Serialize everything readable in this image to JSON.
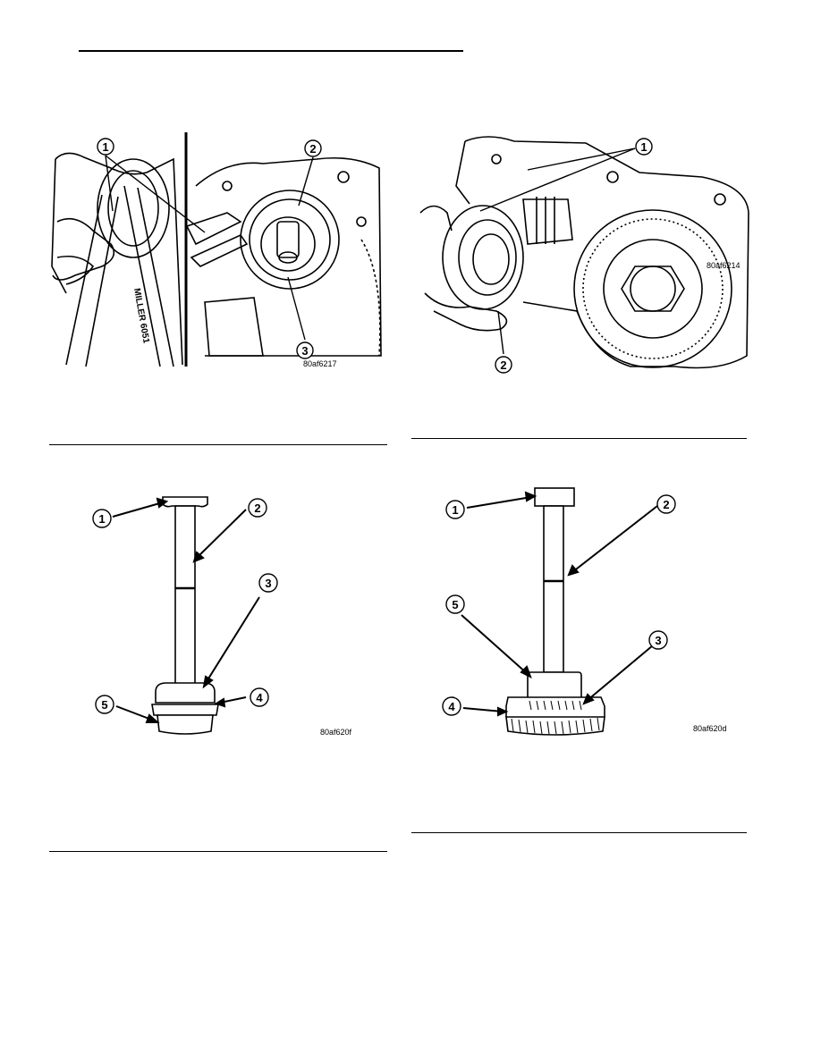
{
  "figures": [
    {
      "id": "fig-top-left",
      "code": "80af6217",
      "callouts": [
        "1",
        "2",
        "3"
      ],
      "tool_label": "MILLER 6051"
    },
    {
      "id": "fig-top-right",
      "code": "80af6214",
      "callouts": [
        "1",
        "2"
      ]
    },
    {
      "id": "fig-bottom-left",
      "code": "80af620f",
      "callouts": [
        "1",
        "2",
        "3",
        "4",
        "5"
      ]
    },
    {
      "id": "fig-bottom-right",
      "code": "80af620d",
      "callouts": [
        "1",
        "2",
        "3",
        "4",
        "5"
      ]
    }
  ]
}
